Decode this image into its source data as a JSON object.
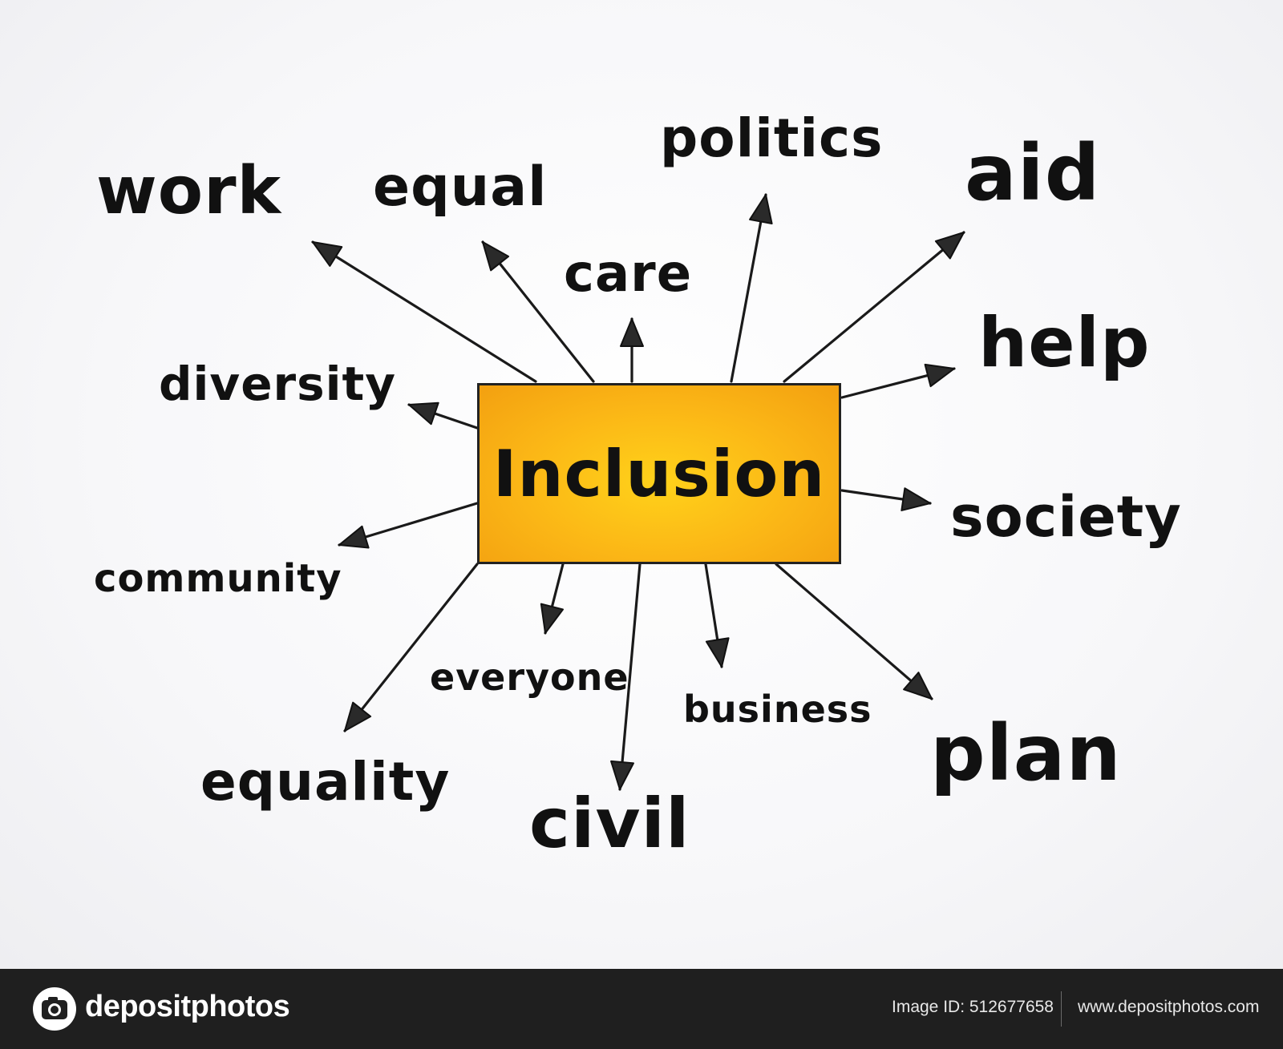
{
  "diagram": {
    "center": "Inclusion",
    "words": [
      {
        "id": "work",
        "text": "work"
      },
      {
        "id": "equal",
        "text": "equal"
      },
      {
        "id": "care",
        "text": "care"
      },
      {
        "id": "politics",
        "text": "politics"
      },
      {
        "id": "aid",
        "text": "aid"
      },
      {
        "id": "help",
        "text": "help"
      },
      {
        "id": "diversity",
        "text": "diversity"
      },
      {
        "id": "society",
        "text": "society"
      },
      {
        "id": "community",
        "text": "community"
      },
      {
        "id": "everyone",
        "text": "everyone"
      },
      {
        "id": "business",
        "text": "business"
      },
      {
        "id": "equality",
        "text": "equality"
      },
      {
        "id": "civil",
        "text": "civil"
      },
      {
        "id": "plan",
        "text": "plan"
      }
    ],
    "colors": {
      "box": "#fbb616",
      "ink": "#111111"
    }
  },
  "footer": {
    "brand": "depositphotos",
    "image_id": "Image ID: 512677658",
    "url": "www.depositphotos.com",
    "logo_icon": "camera-icon"
  }
}
